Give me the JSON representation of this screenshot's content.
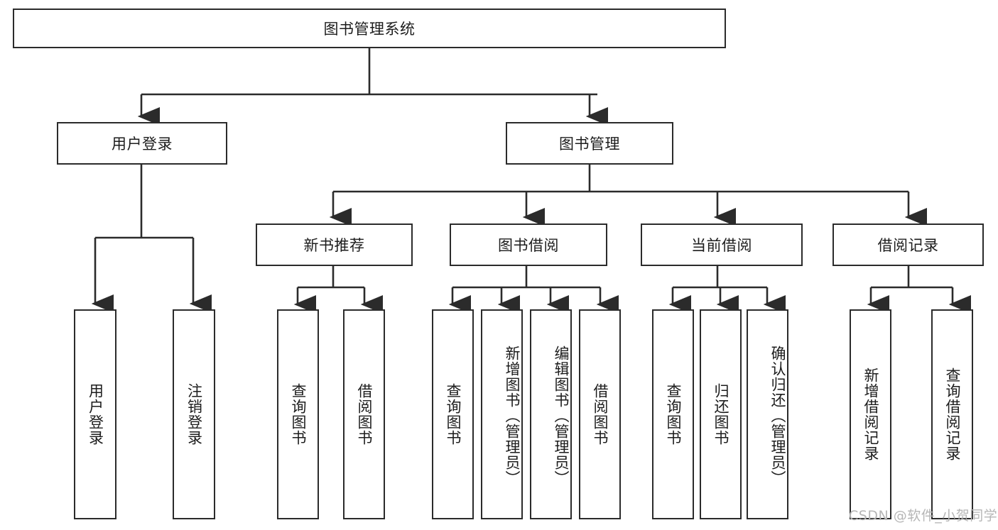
{
  "diagram": {
    "title": "图书管理系统",
    "type": "tree-hierarchy",
    "root": {
      "label": "图书管理系统"
    },
    "level1": [
      {
        "label": "用户登录"
      },
      {
        "label": "图书管理"
      }
    ],
    "level2": [
      {
        "label": "新书推荐"
      },
      {
        "label": "图书借阅"
      },
      {
        "label": "当前借阅"
      },
      {
        "label": "借阅记录"
      }
    ],
    "leaves": {
      "user_login": [
        {
          "label": "用户登录"
        },
        {
          "label": "注销登录"
        }
      ],
      "new_book_recommend": [
        {
          "label": "查询图书"
        },
        {
          "label": "借阅图书"
        }
      ],
      "book_borrow": [
        {
          "label": "查询图书"
        },
        {
          "label": "新增图书（管理员）"
        },
        {
          "label": "编辑图书（管理员）"
        },
        {
          "label": "借阅图书"
        }
      ],
      "current_borrow": [
        {
          "label": "查询图书"
        },
        {
          "label": "归还图书"
        },
        {
          "label": "确认归还（管理员）"
        }
      ],
      "borrow_record": [
        {
          "label": "新增借阅记录"
        },
        {
          "label": "查询借阅记录"
        }
      ]
    }
  },
  "watermark": {
    "text": "CSDN @软件_小贺同学"
  },
  "colors": {
    "stroke": "#2b2b2b",
    "background": "#ffffff",
    "text": "#1c1c1c",
    "watermark": "#b6b6b6"
  }
}
